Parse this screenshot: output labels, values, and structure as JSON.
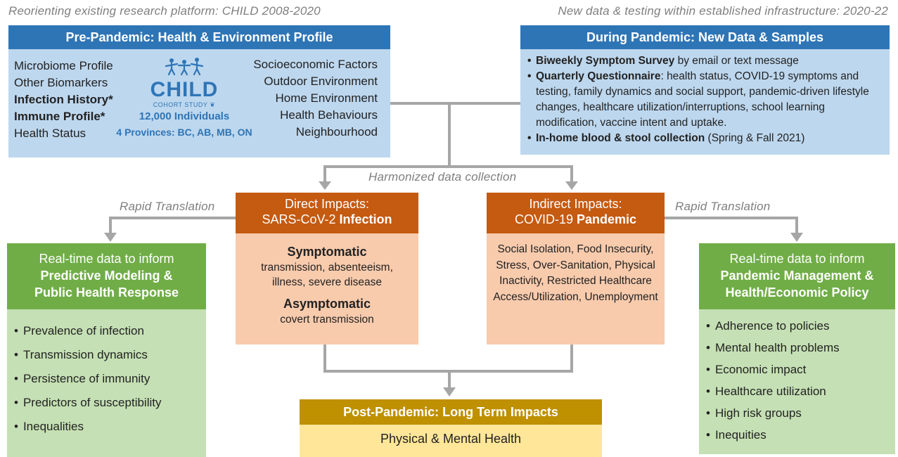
{
  "captions": {
    "left_top": "Reorienting existing research platform: CHILD 2008-2020",
    "right_top": "New data & testing within established infrastructure: 2020-22",
    "harmonized": "Harmonized data collection",
    "rapid_left": "Rapid Translation",
    "rapid_right": "Rapid Translation"
  },
  "pre_pandemic": {
    "title": "Pre-Pandemic: Health & Environment Profile",
    "left_items": [
      "Microbiome Profile",
      "Other Biomarkers",
      "Infection History*",
      "Immune Profile*",
      "Health Status"
    ],
    "right_items": [
      "Socioeconomic Factors",
      "Outdoor Environment",
      "Home Environment",
      "Health Behaviours",
      "Neighbourhood"
    ],
    "logo": {
      "name": "CHILD",
      "sub": "COHORT STUDY",
      "individuals": "12,000 Individuals",
      "provinces": "4 Provinces: BC, AB, MB, ON"
    }
  },
  "during_pandemic": {
    "title": "During Pandemic: New Data & Samples",
    "items": [
      {
        "bold": "Biweekly Symptom Survey",
        "text": " by email or text message"
      },
      {
        "bold": "Quarterly Questionnaire",
        "text": ": health status, COVID-19 symptoms and testing, family dynamics and social support, pandemic-driven lifestyle changes, healthcare utilization/interruptions, school learning modification, vaccine intent and uptake."
      },
      {
        "bold": "In-home blood & stool collection",
        "text": " (Spring & Fall 2021)"
      }
    ]
  },
  "direct": {
    "title_line1": "Direct Impacts:",
    "title_line2_plain": "SARS-CoV-2 ",
    "title_line2_bold": "Infection",
    "sym_title": "Symptomatic",
    "sym_text": "transmission, absenteeism, illness, severe disease",
    "asym_title": "Asymptomatic",
    "asym_text": "covert transmission"
  },
  "indirect": {
    "title_line1": "Indirect Impacts:",
    "title_line2_plain": "COVID-19 ",
    "title_line2_bold": "Pandemic",
    "text": "Social Isolation, Food Insecurity, Stress, Over-Sanitation, Physical Inactivity, Restricted Healthcare Access/Utilization, Unemployment"
  },
  "left_green": {
    "title_line1": "Real-time data to inform",
    "title_bold": "Predictive Modeling & Public Health Response",
    "items": [
      "Prevalence of infection",
      "Transmission dynamics",
      "Persistence of immunity",
      "Predictors of susceptibility",
      "Inequalities"
    ]
  },
  "right_green": {
    "title_line1": "Real-time data to inform",
    "title_bold": "Pandemic Management & Health/Economic Policy",
    "items": [
      "Adherence to policies",
      "Mental health problems",
      "Economic impact",
      "Healthcare utilization",
      "High risk groups",
      "Inequities"
    ]
  },
  "post": {
    "title": "Post-Pandemic: Long Term Impacts",
    "body": "Physical & Mental Health"
  },
  "colors": {
    "blue_header": "#2e75b6",
    "blue_body": "#bdd7ee",
    "orange_header": "#c55a11",
    "orange_body": "#f8cbad",
    "green_header": "#70ad47",
    "green_body": "#c5e0b4",
    "gold_header": "#bf9000",
    "gold_body": "#ffe699",
    "connector": "#a6a6a6",
    "logo": "#2e75b6"
  }
}
